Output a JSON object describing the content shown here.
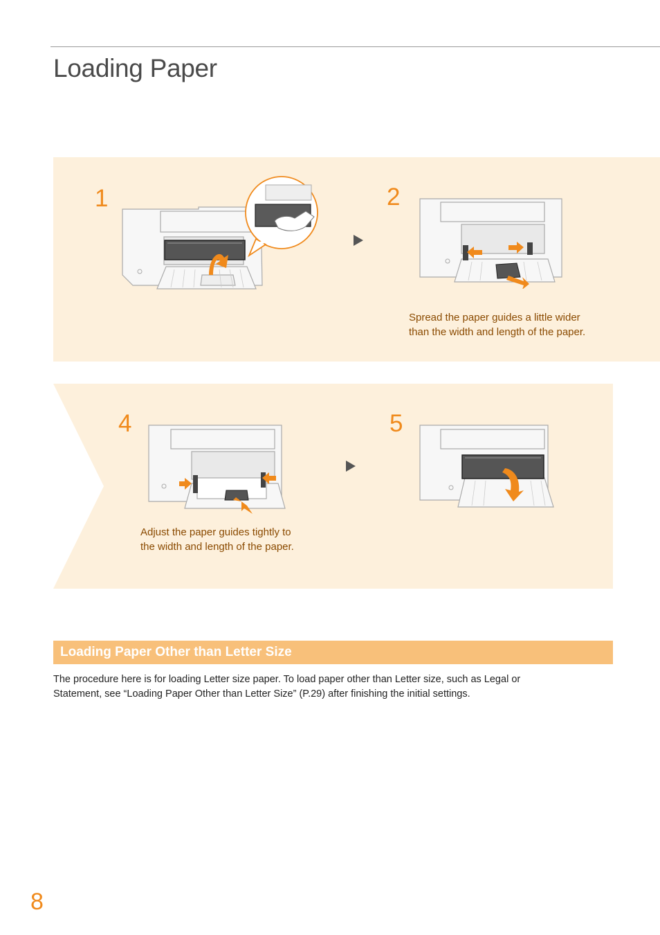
{
  "page": {
    "title": "Loading Paper",
    "page_number": "8"
  },
  "steps": [
    {
      "number": "1",
      "caption": ""
    },
    {
      "number": "2",
      "caption_lines": [
        "Spread the paper guides a little wider",
        "than the width and length of the paper."
      ]
    },
    {
      "number": "4",
      "caption_lines": [
        "Adjust the paper guides tightly to",
        "the width and length of the paper."
      ]
    },
    {
      "number": "5",
      "caption": ""
    }
  ],
  "section": {
    "title": "Loading Paper Other than Letter Size",
    "body_lines": [
      "The procedure here is for loading Letter size paper. To load paper other than Letter size, such as Legal or",
      "Statement, see “Loading Paper Other than Letter Size” (P.29) after finishing the initial settings."
    ]
  },
  "colors": {
    "accent": "#f08a1c",
    "panel_bg": "#fdf0dc",
    "section_bar": "#f8c07a",
    "caption_text": "#8a4a00"
  }
}
